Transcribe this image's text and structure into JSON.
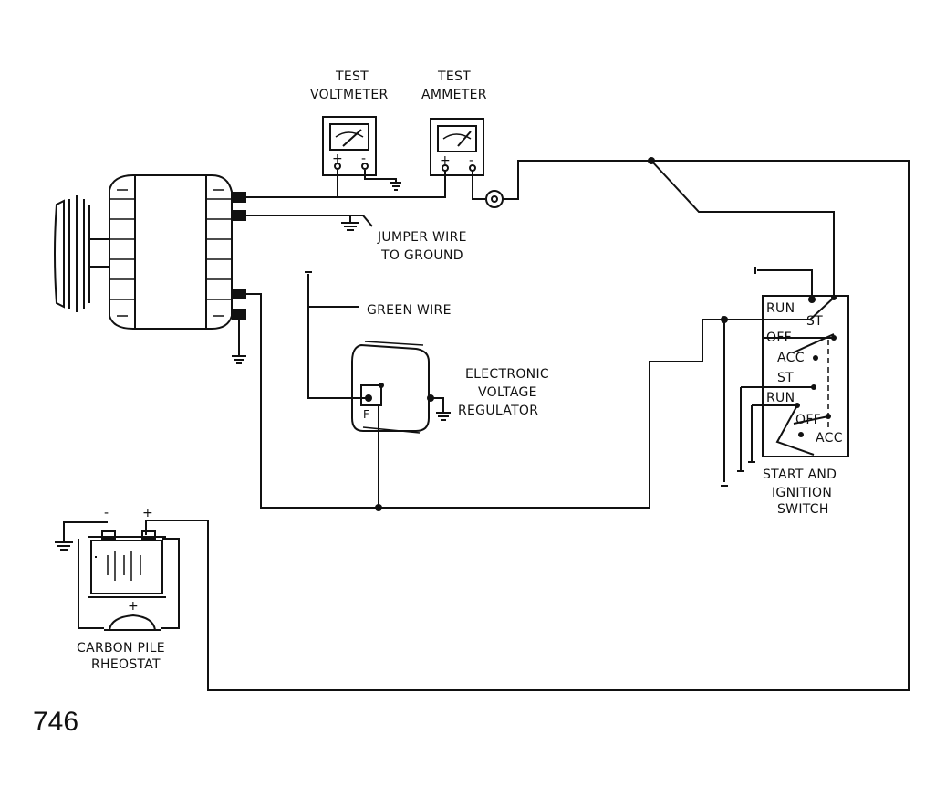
{
  "labels": {
    "test_voltmeter_1": "TEST",
    "test_voltmeter_2": "VOLTMETER",
    "test_ammeter_1": "TEST",
    "test_ammeter_2": "AMMETER",
    "jumper_1": "JUMPER WIRE",
    "jumper_2": "TO GROUND",
    "green_wire": "GREEN WIRE",
    "regulator_1": "ELECTRONIC",
    "regulator_2": "VOLTAGE",
    "regulator_3": "REGULATOR",
    "regulator_f": "F",
    "switch_run1": "RUN",
    "switch_st1": "ST",
    "switch_off1": "OFF",
    "switch_acc1": "ACC",
    "switch_st2": "ST",
    "switch_run2": "RUN",
    "switch_off2": "OFF",
    "switch_acc2": "ACC",
    "switch_title_1": "START AND",
    "switch_title_2": "IGNITION",
    "switch_title_3": "SWITCH",
    "battery_minus": "-",
    "battery_plus": "+",
    "rheostat_plus": "+",
    "rheostat_1": "CARBON PILE",
    "rheostat_2": "RHEOSTAT",
    "meter_plus": "+",
    "meter_minus": "-",
    "figure_number": "746"
  }
}
